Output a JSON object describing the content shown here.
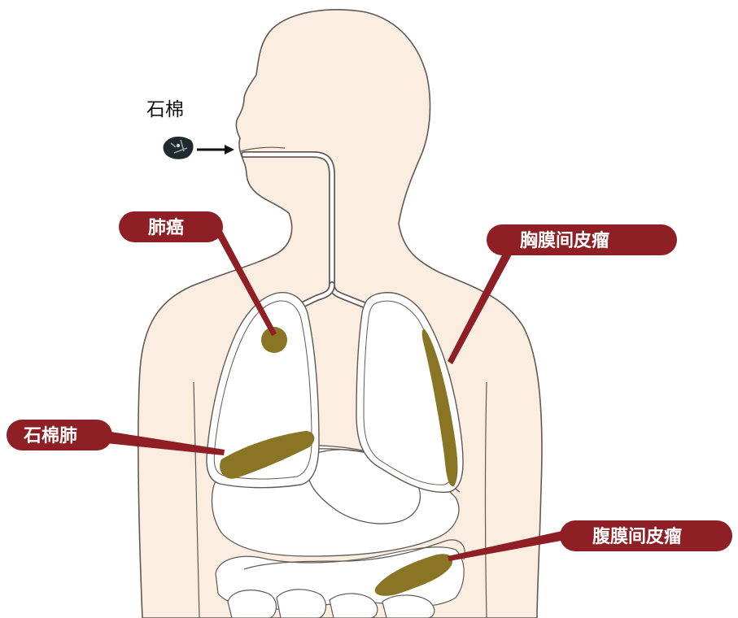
{
  "labels": {
    "asbestos": "石棉",
    "lung_cancer": "肺癌",
    "pleural_mesothelioma": "胸膜间皮瘤",
    "asbestosis": "石棉肺",
    "peritoneal_mesothelioma": "腹膜间皮瘤"
  },
  "colors": {
    "skin": "#fbeee0",
    "outline": "#5f5a55",
    "lesion": "#8a7524",
    "lesion_light": "#b39a3a",
    "callout": "#8e1f25",
    "callout_text": "#ffffff",
    "organ_fill": "#ffffff"
  },
  "icons": {
    "asbestos_particle": "asbestos-particle-icon",
    "inhale_arrow": "arrow-right-icon"
  }
}
